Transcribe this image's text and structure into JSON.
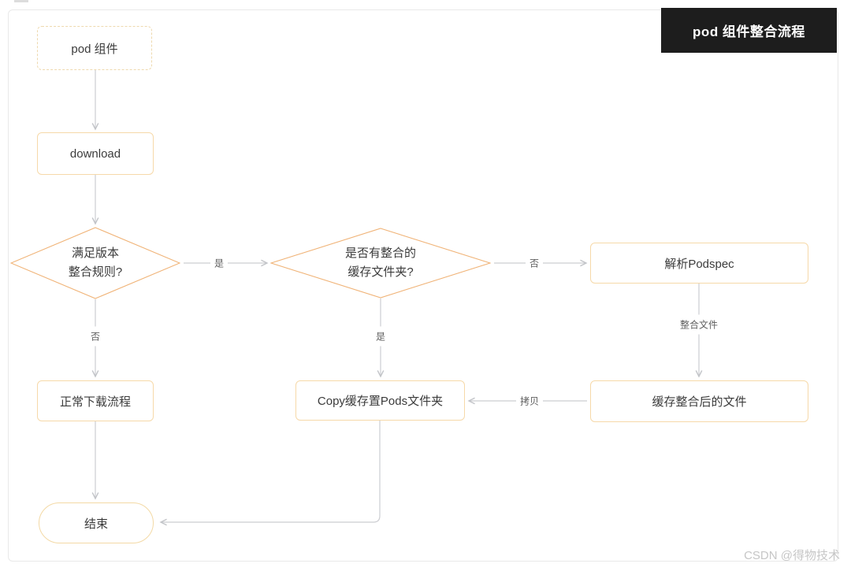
{
  "title_badge": {
    "text": "pod 组件整合流程"
  },
  "watermark": {
    "text": "CSDN @得物技术"
  },
  "flowchart": {
    "nodes": {
      "pod": {
        "label": "pod 组件",
        "type": "dashed-rect"
      },
      "download": {
        "label": "download",
        "type": "rect"
      },
      "version_check": {
        "line1": "满足版本",
        "line2": "整合规则?",
        "type": "diamond"
      },
      "cache_check": {
        "line1": "是否有整合的",
        "line2": "缓存文件夹?",
        "type": "diamond"
      },
      "parse_podspec": {
        "label": "解析Podspec",
        "type": "rect"
      },
      "cache_merged": {
        "label": "缓存整合后的文件",
        "type": "rect"
      },
      "copy_cache": {
        "label": "Copy缓存置Pods文件夹",
        "type": "rect"
      },
      "normal_download": {
        "label": "正常下载流程",
        "type": "rect"
      },
      "end": {
        "label": "结束",
        "type": "terminal"
      }
    },
    "edge_labels": {
      "version_yes": "是",
      "version_no": "否",
      "cache_no": "否",
      "cache_yes": "是",
      "merge_file": "整合文件",
      "copy": "拷贝"
    }
  },
  "colors": {
    "rect_border": "#f6d9a9",
    "diamond_border": "#f0b377",
    "terminal_border": "#f3d9a5",
    "arrow": "#cccdd1",
    "edge_label_text": "#5e5e5e",
    "node_text": "#3b3b3b",
    "title_bg": "#1d1d1d",
    "title_text": "#ffffff",
    "card_border": "#e9e9e9",
    "watermark_text": "#c6c6c6"
  }
}
